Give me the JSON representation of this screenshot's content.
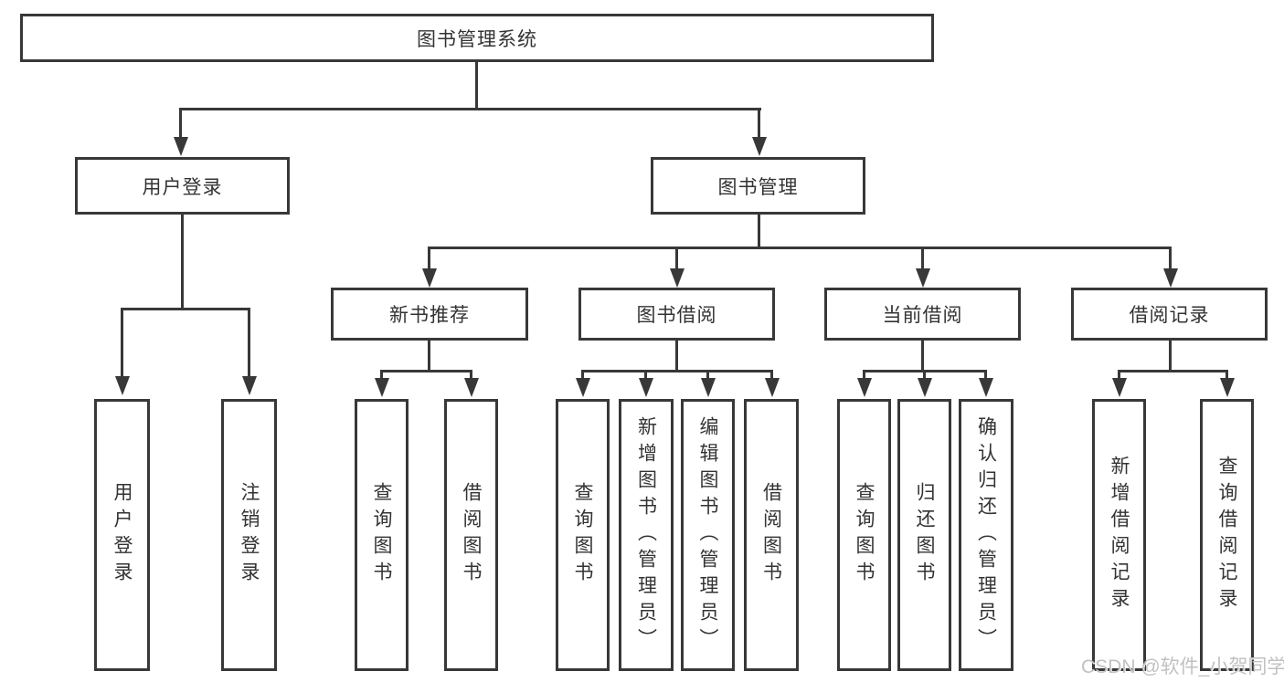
{
  "diagram": {
    "type": "org-tree",
    "title": "图书管理系统",
    "colors": {
      "line": "#383838",
      "box_border": "#383838",
      "box_fill": "#ffffff",
      "text": "#333333",
      "background": "#ffffff",
      "watermark": "#bebebe"
    },
    "tree": {
      "label": "图书管理系统",
      "children": [
        {
          "label": "用户登录",
          "children": [
            {
              "label": "用户登录"
            },
            {
              "label": "注销登录"
            }
          ]
        },
        {
          "label": "图书管理",
          "children": [
            {
              "label": "新书推荐",
              "children": [
                {
                  "label": "查询图书"
                },
                {
                  "label": "借阅图书"
                }
              ]
            },
            {
              "label": "图书借阅",
              "children": [
                {
                  "label": "查询图书"
                },
                {
                  "label": "新增图书（管理员）"
                },
                {
                  "label": "编辑图书（管理员）"
                },
                {
                  "label": "借阅图书"
                }
              ]
            },
            {
              "label": "当前借阅",
              "children": [
                {
                  "label": "查询图书"
                },
                {
                  "label": "归还图书"
                },
                {
                  "label": "确认归还（管理员）"
                }
              ]
            },
            {
              "label": "借阅记录",
              "children": [
                {
                  "label": "新增借阅记录"
                },
                {
                  "label": "查询借阅记录"
                }
              ]
            }
          ]
        }
      ]
    },
    "watermark": {
      "text": "CSDN @软件_小贺同学"
    }
  }
}
